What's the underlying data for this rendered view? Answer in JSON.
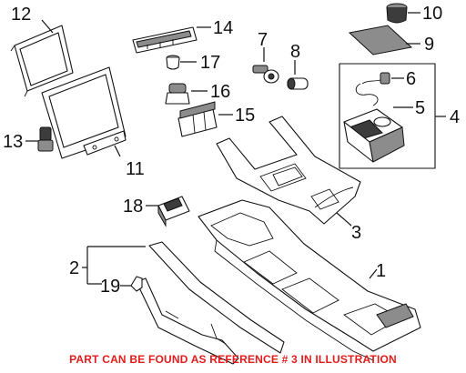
{
  "callouts": {
    "c1": "1",
    "c2": "2",
    "c3": "3",
    "c4": "4",
    "c5": "5",
    "c6": "6",
    "c7": "7",
    "c8": "8",
    "c9": "9",
    "c10": "10",
    "c11": "11",
    "c12": "12",
    "c13": "13",
    "c14": "14",
    "c15": "15",
    "c16": "16",
    "c17": "17",
    "c18": "18",
    "c19": "19"
  },
  "footer_note": "PART CAN BE FOUND AS REFERENCE # 3 IN ILLUSTRATION",
  "colors": {
    "footer_note": "#e51b1b",
    "line": "#111111"
  }
}
